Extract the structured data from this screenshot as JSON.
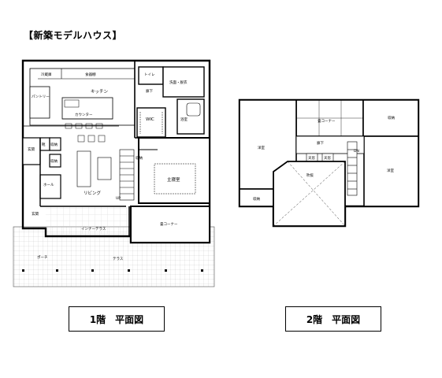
{
  "title": "【新築モデルハウス】",
  "floor1": {
    "caption": "1階　平面図",
    "rooms": {
      "fridge": "冷蔵庫",
      "shelf": "食器棚",
      "toilet": "トイレ",
      "wash": "洗面・脱衣",
      "kitchen": "キッチン",
      "pantry": "パントリー",
      "hall_1": "廊下",
      "counter": "カウンター",
      "wic": "WIC",
      "bath": "浴室",
      "entrance": "玄関",
      "shoebox": "靴",
      "storage_a": "収納",
      "storage_b": "収納",
      "storage_c": "収納",
      "hall": "ホール",
      "living": "リビング",
      "up": "UP",
      "master": "主寝室",
      "entrance_2": "玄関",
      "inner_terrace": "インナーテラス",
      "tatami": "畳コーナー",
      "porch": "ポーチ",
      "terrace": "テラス"
    }
  },
  "floor2": {
    "caption": "2階　平面図",
    "rooms": {
      "tatami": "畳コーナー",
      "storage_top": "収納",
      "western_left": "洋室",
      "hall": "廊下",
      "dn": "DN",
      "skylight_a": "天窓",
      "skylight_b": "天窓",
      "void": "吹抜",
      "western_right": "洋室",
      "storage_bottom": "収納"
    }
  }
}
